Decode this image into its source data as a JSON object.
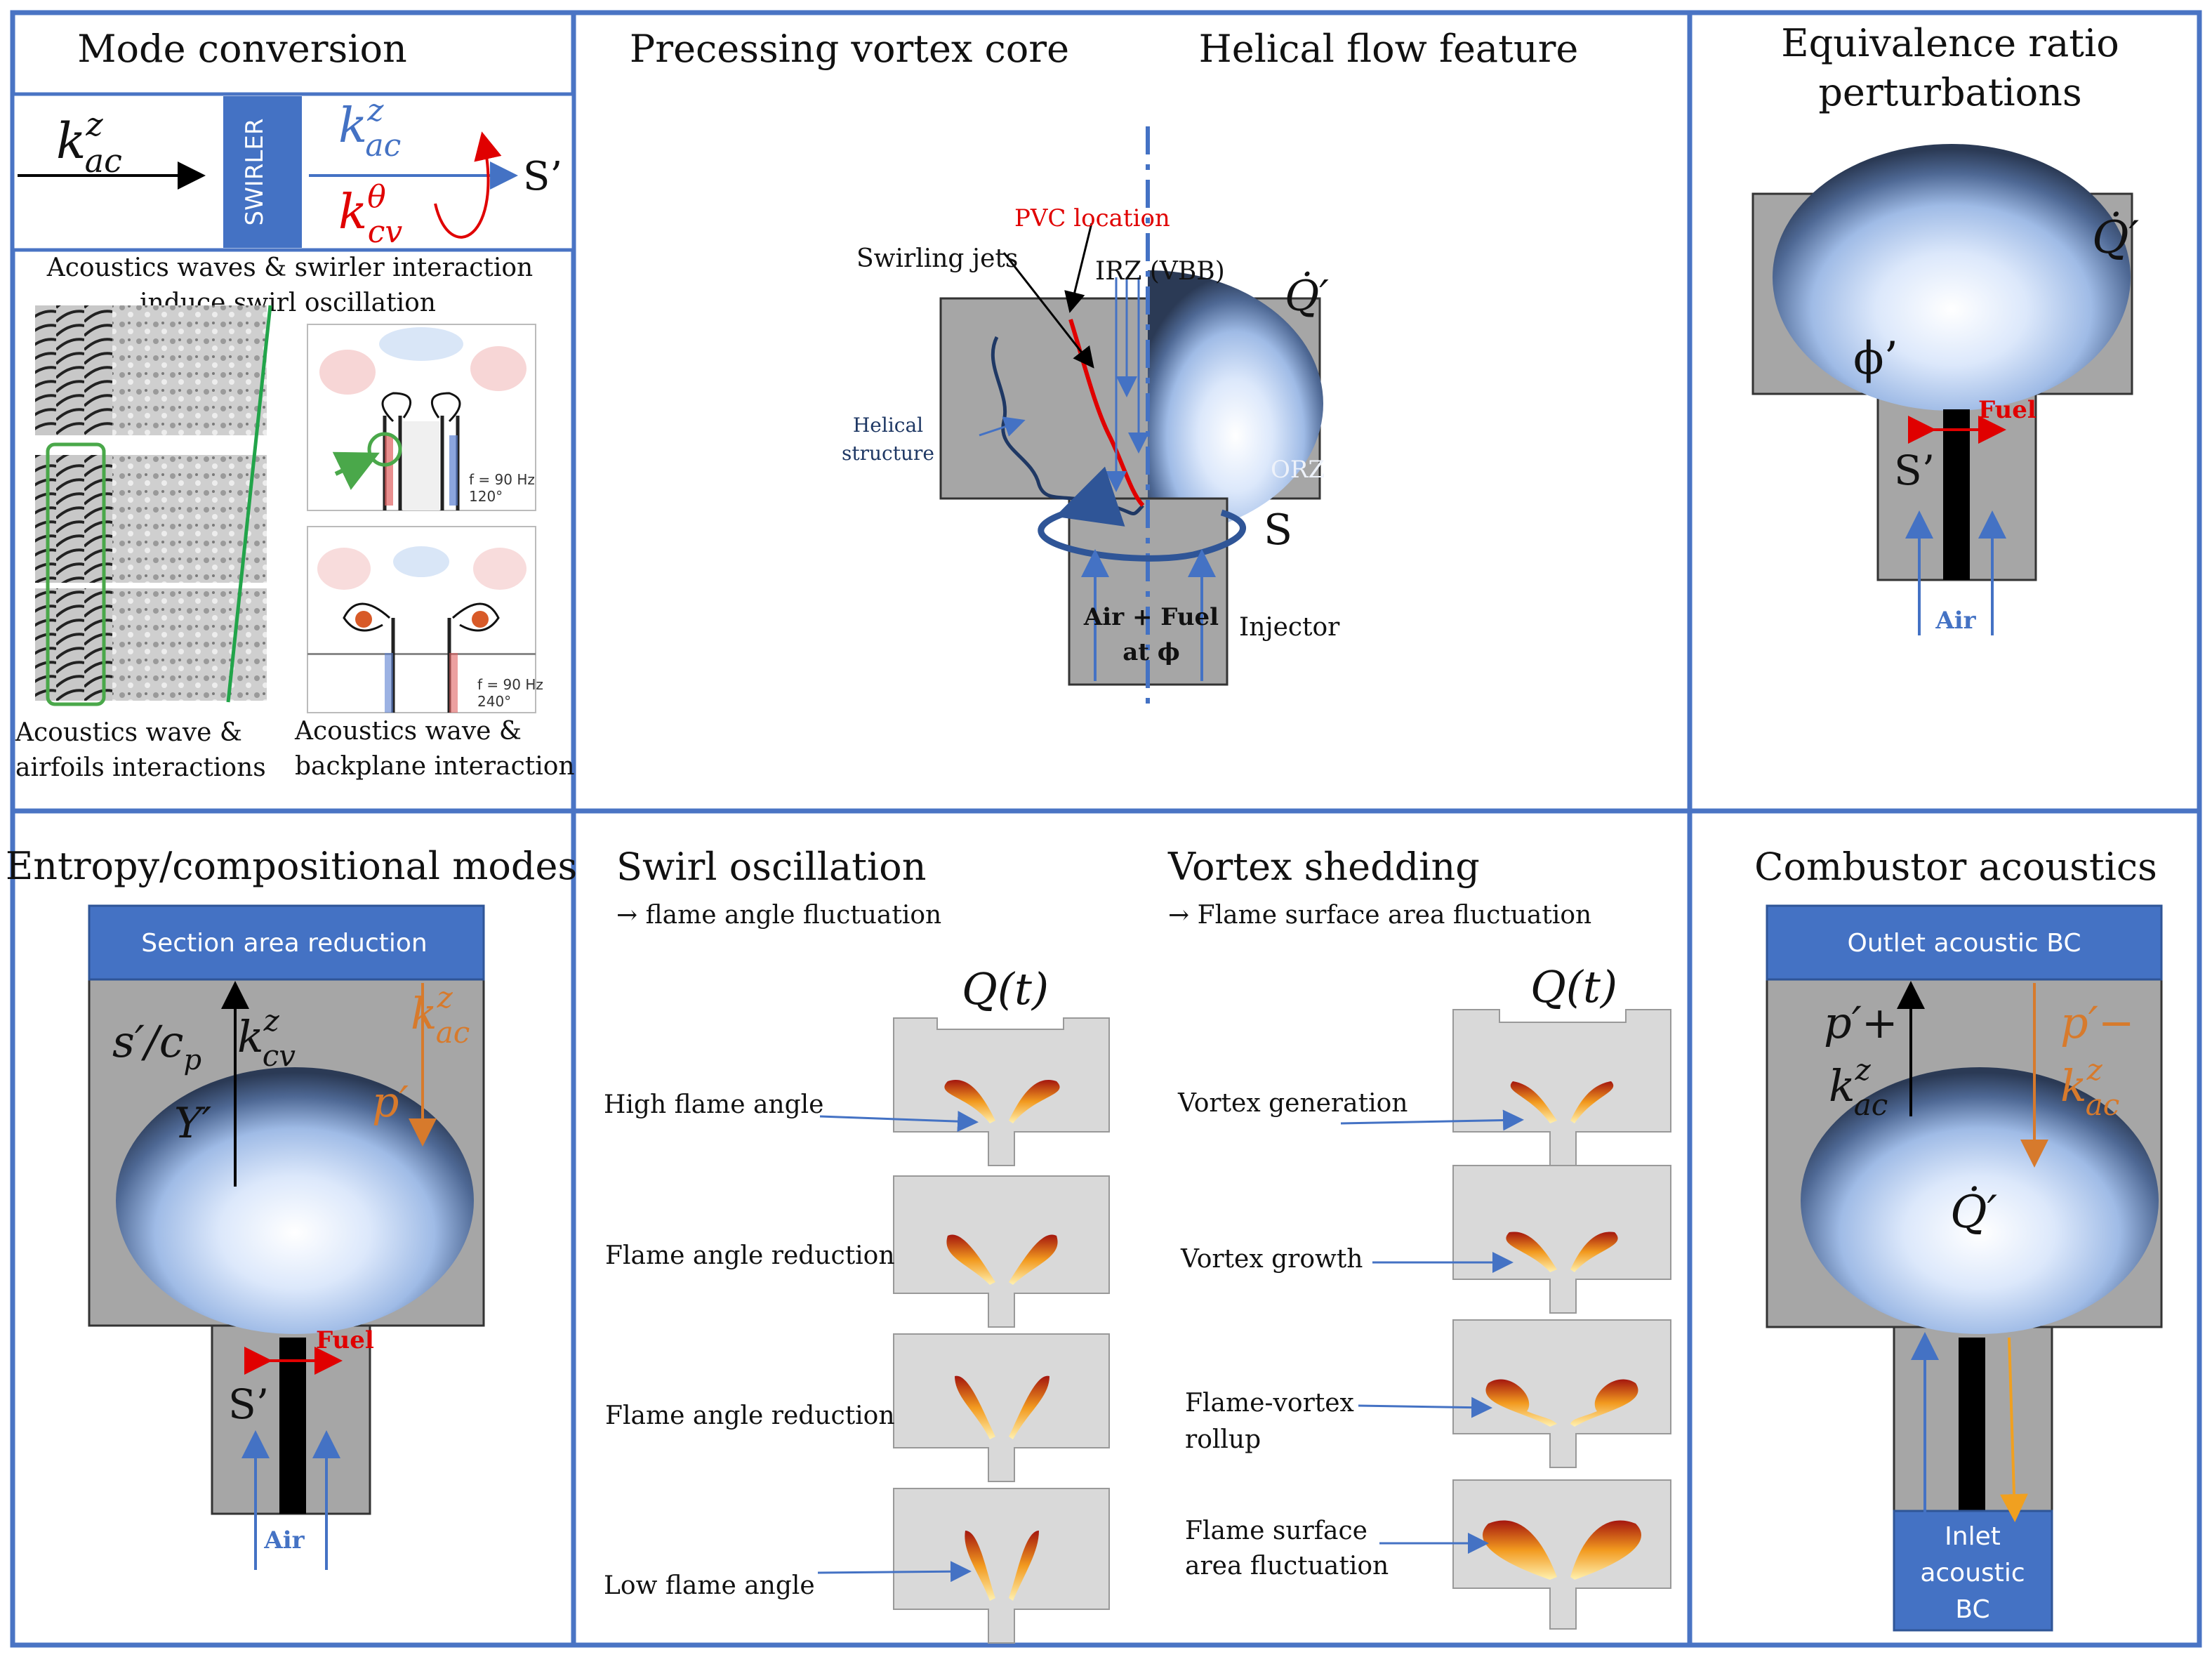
{
  "colors": {
    "frame": "#4a74c4",
    "box_blue": "#4472c4",
    "gray": "#a6a6a6",
    "light_gray": "#d9d9d9",
    "red": "#e00000",
    "orange": "#d77a2c",
    "arrow_blue": "#4472c4",
    "dark_navy": "#1f3864"
  },
  "panels": {
    "mode_conversion": {
      "title": "Mode conversion",
      "k_in_main": "k",
      "k_in_sup": "z",
      "k_in_sub": "ac",
      "swirler": "SWIRLER",
      "k_out_main": "k",
      "k_out_sup": "z",
      "k_out_sub": "ac",
      "k_cv_main": "k",
      "k_cv_sup": "θ",
      "k_cv_sub": "cv",
      "s_prime": "S’",
      "caption_line1": "Acoustics waves & swirler interaction",
      "caption_line2": "induce swirl oscillation",
      "sim_f1": "f = 90 Hz",
      "sim_a1": "120°",
      "sim_f2": "f = 90 Hz",
      "sim_a2": "240°",
      "bottom_left_line1": "Acoustics wave &",
      "bottom_left_line2": "airfoils interactions",
      "bottom_right_line1": "Acoustics wave &",
      "bottom_right_line2": "backplane interaction"
    },
    "pvc": {
      "title_left": "Precessing vortex core",
      "title_right": "Helical flow feature",
      "pvc_location": "PVC location",
      "swirling_jets": "Swirling jets",
      "irz": "IRZ (VBB)",
      "q_prime": "Q̇′",
      "helical_line1": "Helical",
      "helical_line2": "structure",
      "orz": "ORZ",
      "s": "S",
      "air_fuel_line1": "Air + Fuel",
      "air_fuel_line2": "at ϕ",
      "injector": "Injector"
    },
    "equivalence": {
      "title_line1": "Equivalence ratio",
      "title_line2": "perturbations",
      "q_prime": "Q̇′",
      "phi_prime": "ϕ’",
      "fuel": "Fuel",
      "s_prime": "S’",
      "air": "Air"
    },
    "entropy": {
      "title": "Entropy/compositional modes",
      "section_box": "Section area reduction",
      "s_over_cp": "s′/c",
      "s_over_cp_sub": "p",
      "k_cv_main": "k",
      "k_cv_sup": "z",
      "k_cv_sub": "cv",
      "k_ac_main": "k",
      "k_ac_sup": "z",
      "k_ac_sub": "ac",
      "p_prime": "p′",
      "y_prime": "Y′",
      "fuel": "Fuel",
      "s_prime": "S’",
      "air": "Air"
    },
    "swirl_oscillation": {
      "title": "Swirl oscillation",
      "subtitle": "→ flame angle fluctuation",
      "q_label": "Q(t)",
      "frames": [
        "High flame angle",
        "Flame angle reduction",
        "Flame angle reduction",
        "Low flame angle"
      ]
    },
    "vortex_shedding": {
      "title": "Vortex shedding",
      "subtitle": "→ Flame surface area fluctuation",
      "q_label": "Q(t)",
      "frame1": "Vortex generation",
      "frame2": "Vortex growth",
      "frame3_line1": "Flame-vortex",
      "frame3_line2": "rollup",
      "frame4_line1": "Flame surface",
      "frame4_line2": "area fluctuation"
    },
    "combustor_acoustics": {
      "title": "Combustor acoustics",
      "outlet_box": "Outlet acoustic BC",
      "p_plus": "p′+",
      "p_minus": "p′−",
      "k_left_main": "k",
      "k_left_sup": "z",
      "k_left_sub": "ac",
      "k_right_main": "k",
      "k_right_sup": "z",
      "k_right_sub": "ac",
      "q_prime": "Q̇′",
      "inlet_line1": "Inlet",
      "inlet_line2": "acoustic",
      "inlet_line3": "BC"
    }
  }
}
